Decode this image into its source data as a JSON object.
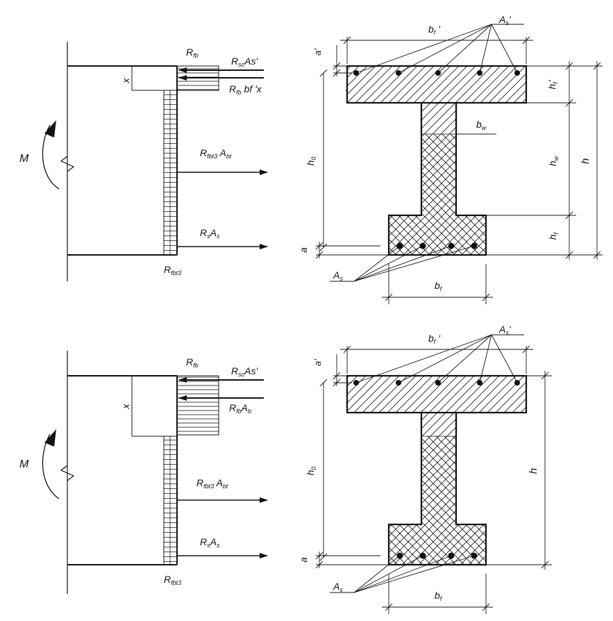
{
  "colors": {
    "ink": "#111111",
    "background": "#ffffff"
  },
  "icons": {
    "moment": "curved-arrow-icon",
    "break": "zigzag-break-icon",
    "force": "arrow-right-icon"
  },
  "top": {
    "stress": {
      "R_fb": [
        "R",
        "fb"
      ],
      "R_sc_As": [
        "R",
        "sc",
        "As'"
      ],
      "R_fb_bf_x": [
        "R",
        "fb",
        " bf 'x"
      ],
      "x": "x",
      "M": "M",
      "R_fbt3_Abt": [
        "R",
        "fbt3",
        " A",
        "bt"
      ],
      "R_s_As": [
        "R",
        "s",
        "A",
        "s"
      ],
      "R_fbt3_bottom": [
        "R",
        "fbt3"
      ]
    },
    "section": {
      "As_top": [
        "A",
        "s",
        "'"
      ],
      "bf_top": [
        "b",
        "f",
        " '"
      ],
      "a_prime": "a'",
      "hf_prime": [
        "h",
        "f",
        "'"
      ],
      "bw": [
        "b",
        "w"
      ],
      "h0": [
        "h",
        "0"
      ],
      "hw": [
        "h",
        "w"
      ],
      "h": "h",
      "hf": [
        "h",
        "f"
      ],
      "a": "a",
      "As_bottom": [
        "A",
        "s"
      ],
      "bf_bottom": [
        "b",
        "f"
      ]
    }
  },
  "bottom": {
    "stress": {
      "R_fb": [
        "R",
        "fb"
      ],
      "R_sc_As": [
        "R",
        "sc",
        "As'"
      ],
      "R_fb_Ab": [
        "R",
        "fb",
        "A",
        "b"
      ],
      "x": "x",
      "M": "M",
      "R_fbt3_Abt": [
        "R",
        "fbt3",
        " A",
        "bt"
      ],
      "R_s_As": [
        "R",
        "s",
        "A",
        "s"
      ],
      "R_fbt3_bottom": [
        "R",
        "fbt3"
      ]
    },
    "section": {
      "As_top": [
        "A",
        "s",
        "'"
      ],
      "bf_top": [
        "b",
        "f",
        " '"
      ],
      "a_prime": "a'",
      "h0": [
        "h",
        "0"
      ],
      "h": "h",
      "a": "a",
      "As_bottom": [
        "A",
        "s"
      ],
      "bf_bottom": [
        "b",
        "f"
      ]
    }
  }
}
